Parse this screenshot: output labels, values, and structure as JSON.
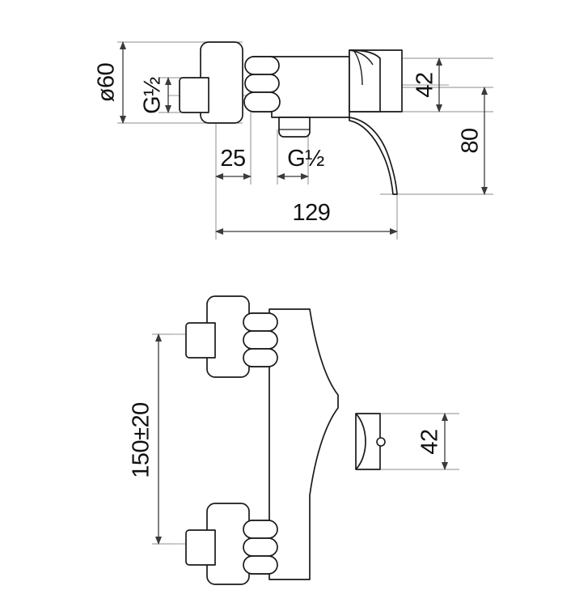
{
  "drawing": {
    "title": "Wall-mounted shower mixer tap dimensional drawing",
    "line_color": "#1a1a1a",
    "dim_line_color": "#6b6b6b",
    "background": "#ffffff",
    "views": [
      {
        "name": "side-elevation-view",
        "description": "Side elevation of single-lever shower mixer showing body, eccentric connectors, hex couplings and lever handle"
      },
      {
        "name": "front-elevation-view",
        "description": "Front elevation showing the two inlet connections at 150 mm centres and the central body with outlet"
      }
    ],
    "dimensions": {
      "diameter_60": "ø60",
      "thread_inlet": "G½",
      "offset_25": "25",
      "thread_outlet": "G½",
      "projection_129": "129",
      "height_42_top": "42",
      "height_80": "80",
      "centres_150": "150±20",
      "height_42_bottom": "42"
    }
  }
}
